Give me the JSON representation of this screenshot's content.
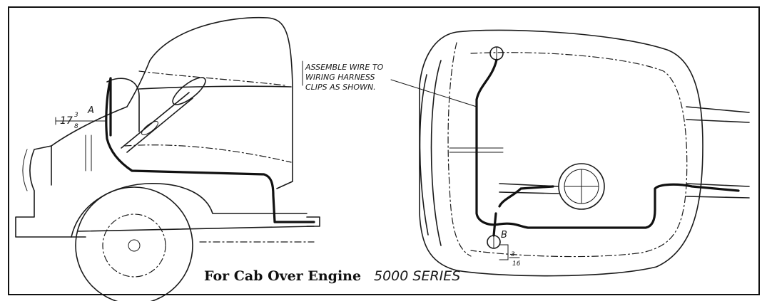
{
  "caption": {
    "main": "For Cab Over Engine",
    "series": "5000 SERIES"
  },
  "annotation": {
    "line1": "ASSEMBLE WIRE TO",
    "line2": "WIRING HARNESS",
    "line3": "CLIPS AS SHOWN."
  },
  "labels": {
    "dim_left": "17",
    "dim_left_num": "3",
    "dim_left_den": "8",
    "point_a": "A",
    "point_b": "B",
    "dim_right_num": "3",
    "dim_right_den": "16"
  }
}
